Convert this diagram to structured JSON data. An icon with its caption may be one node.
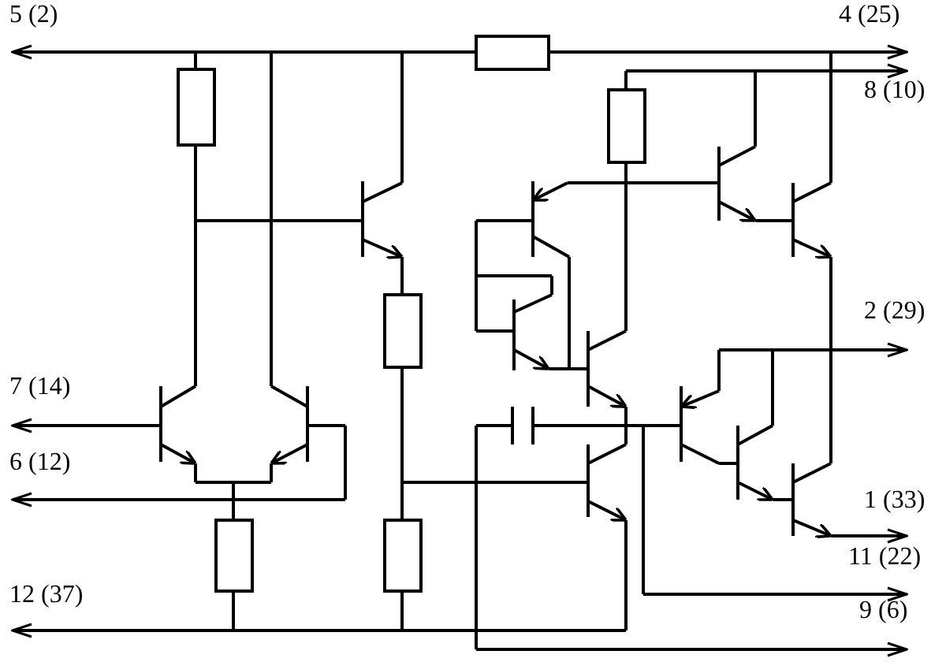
{
  "diagram": {
    "labels": [
      "5 (2)",
      "4 (25)",
      "8 (10)",
      "2 (29)",
      "7 (14)",
      "6 (12)",
      "1 (33)",
      "11 (22)",
      "12 (37)",
      "9 (6)"
    ]
  }
}
